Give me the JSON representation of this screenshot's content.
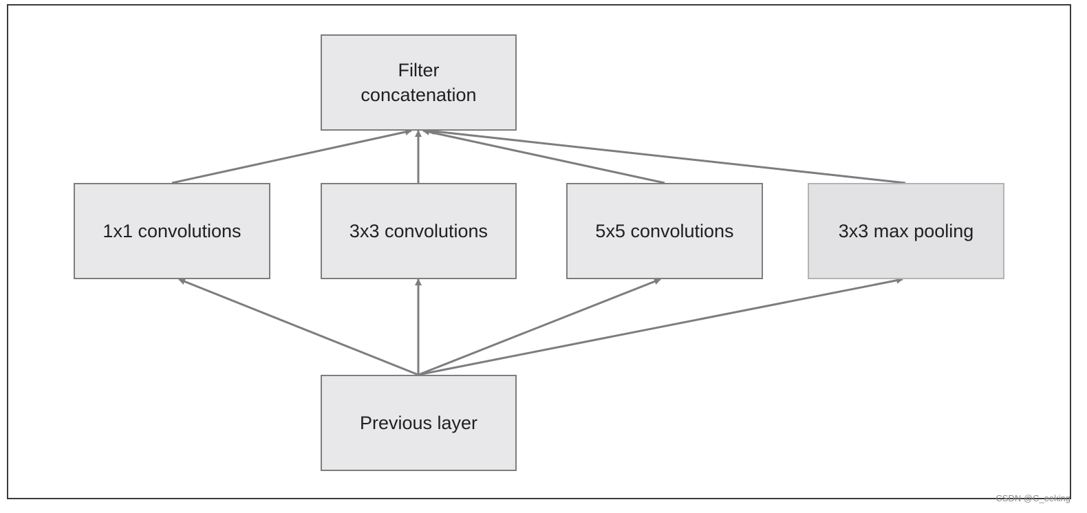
{
  "diagram": {
    "nodes": {
      "concat": {
        "label_line1": "Filter",
        "label_line2": "concatenation"
      },
      "conv1": {
        "label": "1x1 convolutions"
      },
      "conv3": {
        "label": "3x3 convolutions"
      },
      "conv5": {
        "label": "5x5 convolutions"
      },
      "pool": {
        "label": "3x3 max pooling"
      },
      "prev": {
        "label": "Previous layer"
      }
    },
    "edges": [
      {
        "from": "prev",
        "to": "conv1"
      },
      {
        "from": "prev",
        "to": "conv3"
      },
      {
        "from": "prev",
        "to": "conv5"
      },
      {
        "from": "prev",
        "to": "pool"
      },
      {
        "from": "conv1",
        "to": "concat"
      },
      {
        "from": "conv3",
        "to": "concat"
      },
      {
        "from": "conv5",
        "to": "concat"
      },
      {
        "from": "pool",
        "to": "concat"
      }
    ]
  },
  "watermark": "CSDN @C_eeking",
  "colors": {
    "node_fill": "#e8e8ea",
    "node_border": "#7d7d7d",
    "arrow": "#7d7d7d",
    "frame_border": "#3a3a3a"
  }
}
